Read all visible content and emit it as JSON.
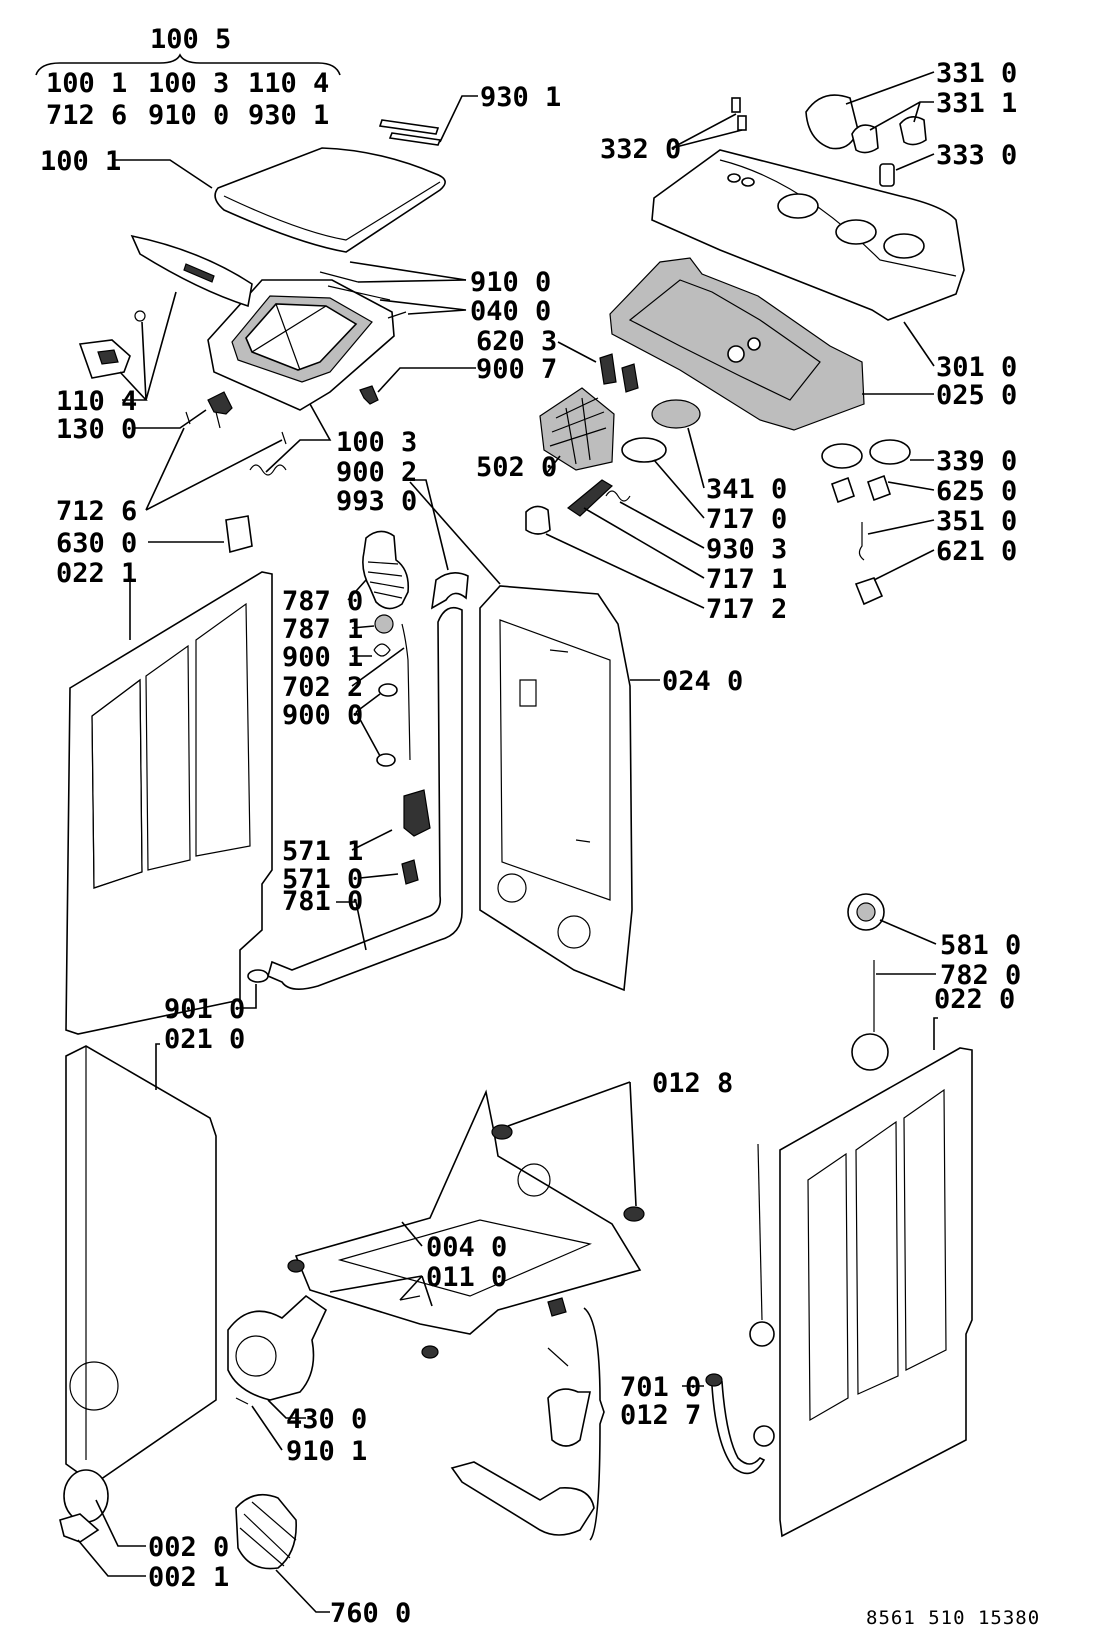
{
  "drawing_number": "8561 510 15380",
  "kit_group": {
    "title": "100 5",
    "row1": [
      "100 1",
      "100 3",
      "110 4"
    ],
    "row2": [
      "712 6",
      "910 0",
      "930 1"
    ]
  },
  "callouts": {
    "c930_1_top": "930 1",
    "c100_1": "100 1",
    "c910_0": "910 0",
    "c040_0": "040 0",
    "c620_3": "620 3",
    "c900_7": "900 7",
    "c110_4": "110 4",
    "c130_0": "130 0",
    "c100_3": "100 3",
    "c900_2": "900 2",
    "c993_0": "993 0",
    "c712_6": "712 6",
    "c630_0": "630 0",
    "c022_1": "022 1",
    "c787_0": "787 0",
    "c787_1": "787 1",
    "c900_1": "900 1",
    "c702_2": "702 2",
    "c900_0": "900 0",
    "c571_1": "571 1",
    "c571_0": "571 0",
    "c781_0": "781 0",
    "c901_0": "901 0",
    "c021_0": "021 0",
    "c331_0": "331 0",
    "c331_1": "331 1",
    "c332_0": "332 0",
    "c333_0": "333 0",
    "c301_0": "301 0",
    "c025_0": "025 0",
    "c339_0": "339 0",
    "c625_0": "625 0",
    "c351_0": "351 0",
    "c621_0": "621 0",
    "c502_0": "502 0",
    "c341_0": "341 0",
    "c717_0": "717 0",
    "c930_3": "930 3",
    "c717_1": "717 1",
    "c717_2": "717 2",
    "c024_0": "024 0",
    "c581_0": "581 0",
    "c782_0": "782 0",
    "c022_0": "022 0",
    "c012_8": "012 8",
    "c004_0": "004 0",
    "c011_0": "011 0",
    "c701_0": "701 0",
    "c012_7": "012 7",
    "c430_0": "430 0",
    "c910_1": "910 1",
    "c002_0": "002 0",
    "c002_1": "002 1",
    "c760_0": "760 0"
  }
}
